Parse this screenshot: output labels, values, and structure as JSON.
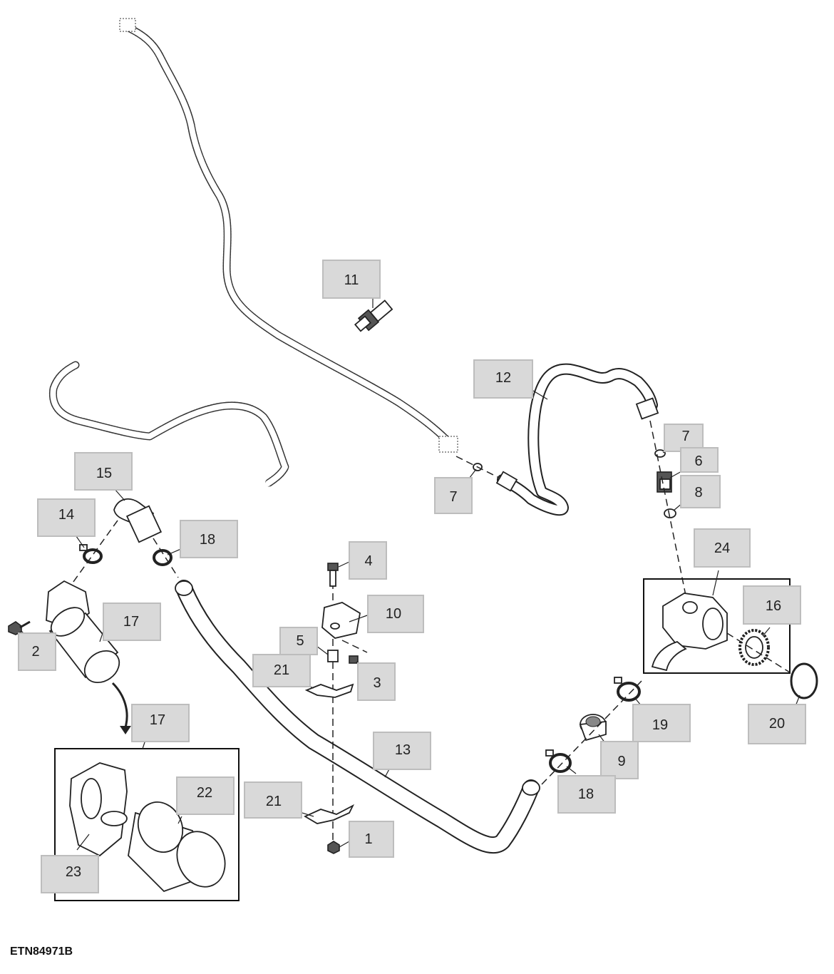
{
  "figure_id": "ETN84971B",
  "callouts": {
    "c1": "1",
    "c2": "2",
    "c3": "3",
    "c4": "4",
    "c5": "5",
    "c6": "6",
    "c7a": "7",
    "c7b": "7",
    "c8": "8",
    "c9": "9",
    "c10": "10",
    "c11": "11",
    "c12": "12",
    "c13": "13",
    "c14": "14",
    "c15": "15",
    "c16": "16",
    "c17a": "17",
    "c17b": "17",
    "c18a": "18",
    "c18b": "18",
    "c19": "19",
    "c20": "20",
    "c21a": "21",
    "c21b": "21",
    "c22": "22",
    "c23": "23",
    "c24": "24"
  }
}
